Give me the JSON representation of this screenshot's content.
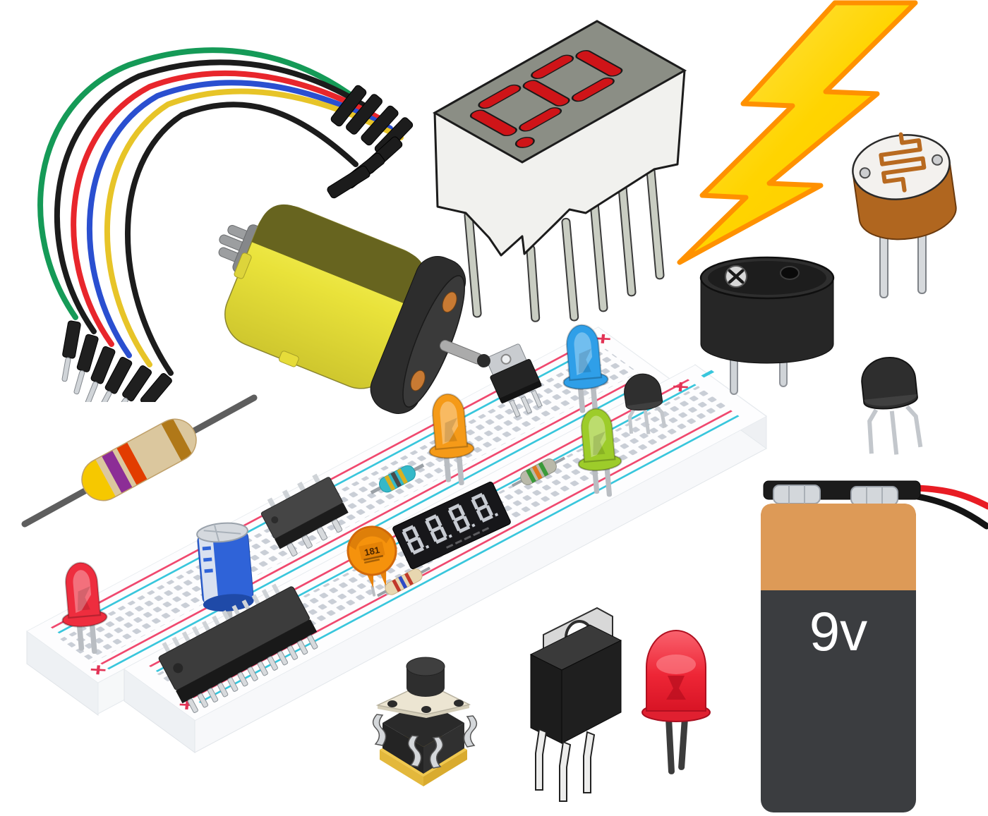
{
  "image": {
    "title": "Electronic components collage",
    "background": "#ffffff"
  },
  "components": {
    "jumper_wires": {
      "name": "Jumper wires",
      "wire_colors": [
        "#159a57",
        "#1c1c1c",
        "#e8262c",
        "#2a4fd0",
        "#e7c428",
        "#1c1c1c"
      ],
      "connector_color": "#1c1c1c",
      "pin_color": "#d0d4d8"
    },
    "seven_segment_display": {
      "name": "Seven-segment display",
      "digit": "8",
      "decimal_point": true,
      "body_color": "#f1f1ee",
      "face_color": "#8b8e85",
      "segment_color": "#cf1418",
      "pin_color": "#c9cdc2"
    },
    "lightning_bolt": {
      "name": "Lightning bolt",
      "fill_start": "#ffe95e",
      "fill_end": "#ffc800",
      "outline": "#ff9100"
    },
    "dc_motor": {
      "name": "DC motor",
      "body_color": "#e9e23a",
      "top_color": "#67641f",
      "cap_color": "#2d2d2d",
      "shaft_color": "#ababab",
      "brush_color": "#c87a33"
    },
    "photoresistor": {
      "name": "Photoresistor (LDR)",
      "top_color": "#f3f1ee",
      "trace_color": "#b86a20",
      "body_color": "#b0661f",
      "leg_color": "#d6d9dc"
    },
    "buzzer": {
      "name": "Piezo buzzer",
      "body_color": "#262626",
      "leg_color": "#d0d4d8"
    },
    "transistor": {
      "name": "Transistor (TO-92)",
      "body_color": "#2e2e2e",
      "leg_color": "#c3c7cc"
    },
    "resistor": {
      "name": "Axial resistor",
      "body_color": "#dbc79e",
      "band_colors": [
        "#f6c800",
        "#8c2d96",
        "#e23c00",
        "#b07818"
      ],
      "lead_color": "#5e5e5e"
    },
    "breadboard": {
      "name": "Breadboard",
      "base_color": "#ffffff",
      "hole_color": "#c9ced6",
      "rail_red": "#f0486e",
      "rail_cyan": "#38c6dc",
      "corner_mark_color": "#e23355",
      "parts": {
        "red_led": {
          "name": "Red LED",
          "color": "#ee2d3e"
        },
        "electrolytic_capacitor": {
          "name": "Electrolytic capacitor",
          "color": "#2f63d8"
        },
        "ic_8pin": {
          "name": "DIP-8 IC",
          "color": "#454545"
        },
        "orange_led": {
          "name": "Orange LED",
          "color": "#f59a18"
        },
        "teal_resistor": {
          "name": "Teal resistor",
          "color": "#35b8c8"
        },
        "to220_on_board": {
          "name": "TO-220 regulator",
          "color": "#242424"
        },
        "blue_led": {
          "name": "Blue LED",
          "color": "#2f9fe8"
        },
        "transistor_on_board": {
          "name": "TO-92 transistor",
          "color": "#2f2f2f"
        },
        "green_led": {
          "name": "Green LED",
          "color": "#9dcc2a"
        },
        "band_resistor": {
          "name": "Resistor",
          "color": "#b9b9a9"
        },
        "seven_seg_module": {
          "name": "4-digit 7-segment module",
          "color": "#17171a",
          "digit_color": "#c7cbd2",
          "digits": "8.8.8.8"
        },
        "ceramic_capacitor": {
          "name": "Ceramic disc capacitor",
          "label": "181",
          "color": "#f5920c"
        },
        "small_resistor": {
          "name": "Small resistor",
          "color": "#e8d7b0"
        },
        "ic_28pin": {
          "name": "DIP-28 IC",
          "color": "#3c3c3c"
        }
      }
    },
    "battery": {
      "name": "9V battery",
      "label": "9v",
      "label_color": "#ffffff",
      "band_color": "#dd9a57",
      "body_color": "#3b3d40",
      "cap_color": "#1b1b1b",
      "terminal_color": "#d3d7db",
      "wire_positive": "#e81c24",
      "wire_negative": "#141414"
    },
    "push_button": {
      "name": "Tactile push button",
      "plate_color": "#ece5d2",
      "base_color": "#f0c84e",
      "block_color": "#242424",
      "button_color": "#3f3f3f",
      "leg_color": "#d4d7da"
    },
    "voltage_regulator": {
      "name": "Voltage regulator (TO-220)",
      "body_color": "#1c1c1c",
      "tab_color": "#d8d8d8",
      "leg_color": "#ededec"
    },
    "red_led": {
      "name": "Red LED",
      "color": "#ee2636",
      "leg_color": "#3c3c3c"
    }
  }
}
